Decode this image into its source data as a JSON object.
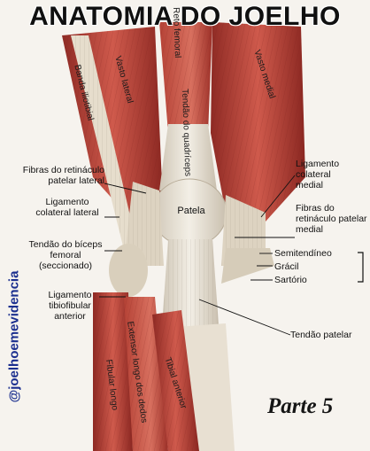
{
  "title": "ANATOMIA DO JOELHO",
  "footer": {
    "part": "Parte 5"
  },
  "watermark": "@joelhoemevidencia",
  "labels": {
    "reto_femoral": "Reto femoral",
    "vasto_lateral": "Vasto lateral",
    "vasto_medial": "Vasto medial",
    "banda_iliotibial": "Banda iliotibial",
    "tendao_quadriceps": "Tendão do quadríceps",
    "patela": "Patela",
    "fibras_ret_lateral": "Fibras do retináculo patelar lateral",
    "lig_colateral_lateral": "Ligamento colateral lateral",
    "tendao_biceps": "Tendão do bíceps femoral (seccionado)",
    "lig_tibiofibular": "Ligamento tibiofibular anterior",
    "extensor_longo": "Extensor longo dos dedos",
    "fibular_longo": "Fibular longo",
    "tibial_anterior": "Tibial anterior",
    "lig_colateral_medial": "Ligamento colateral medial",
    "fibras_ret_medial": "Fibras do retináculo patelar medial",
    "semitendineo": "Semitendíneo",
    "gracil": "Grácil",
    "sartorio": "Sartório",
    "tendao_patelar": "Tendão patelar"
  }
}
